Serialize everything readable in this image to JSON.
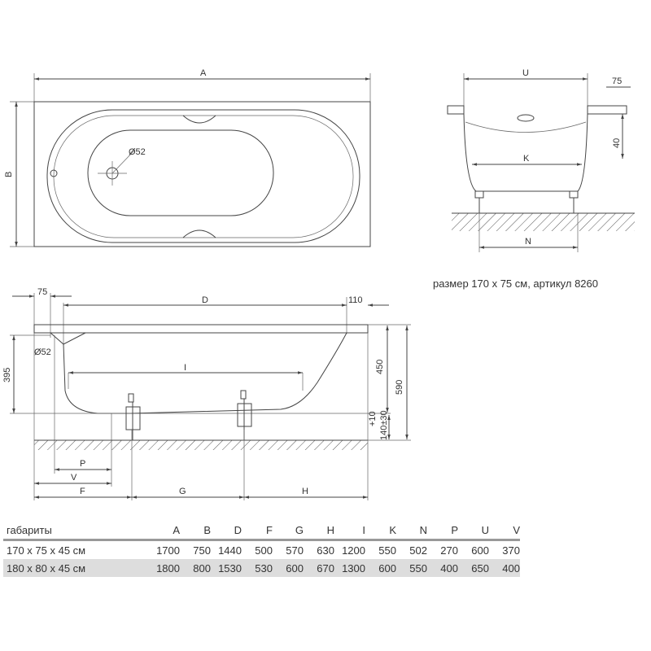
{
  "top_view": {
    "label_a": "A",
    "label_b": "B",
    "drain": "Ø52"
  },
  "end_view": {
    "label_u": "U",
    "dim_75": "75",
    "dim_40": "40",
    "label_k": "K",
    "label_n": "N"
  },
  "caption": "размер 170 x 75 см, артикул 8260",
  "side_view": {
    "dim_75": "75",
    "label_d": "D",
    "dim_110": "110",
    "drain": "Ø52",
    "dim_395": "395",
    "label_i": "I",
    "dim_450": "450",
    "dim_590": "590",
    "dim_140": "140±30",
    "dim_plus10": "+10",
    "label_p": "P",
    "label_v": "V",
    "label_f": "F",
    "label_g": "G",
    "label_h": "H"
  },
  "table": {
    "headers": [
      "габариты",
      "A",
      "B",
      "D",
      "F",
      "G",
      "H",
      "I",
      "K",
      "N",
      "P",
      "U",
      "V"
    ],
    "rows": [
      [
        "170 x 75 x 45 см",
        "1700",
        "750",
        "1440",
        "500",
        "570",
        "630",
        "1200",
        "550",
        "502",
        "270",
        "600",
        "370"
      ],
      [
        "180 x 80 x 45 см",
        "1800",
        "800",
        "1530",
        "530",
        "600",
        "670",
        "1300",
        "600",
        "550",
        "400",
        "650",
        "400"
      ]
    ]
  }
}
